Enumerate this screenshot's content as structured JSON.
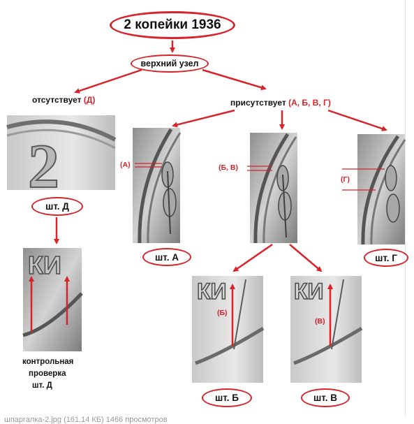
{
  "title": "2 копейки 1936",
  "node": "верхний  узел",
  "branch_absent": {
    "label": "отсутствует",
    "code": "(Д)"
  },
  "branch_present": {
    "label": "присутствует",
    "code": "(А, Б, В, Г)"
  },
  "markers": {
    "a": "(А)",
    "bv": "(Б, В)",
    "g": "(Г)",
    "b": "(Б)",
    "v": "(В)"
  },
  "stamps": {
    "d": "шт. Д",
    "a": "шт. А",
    "g": "шт. Г",
    "b": "шт. Б",
    "v": "шт. В"
  },
  "coin_letters": "КИ",
  "caption": [
    "контрольная",
    "проверка",
    "шт. Д"
  ],
  "footer": "шпаргалка-2.jpg (161.14 КБ) 1466 просмотров",
  "colors": {
    "accent": "#d8232a",
    "text": "#111111"
  }
}
